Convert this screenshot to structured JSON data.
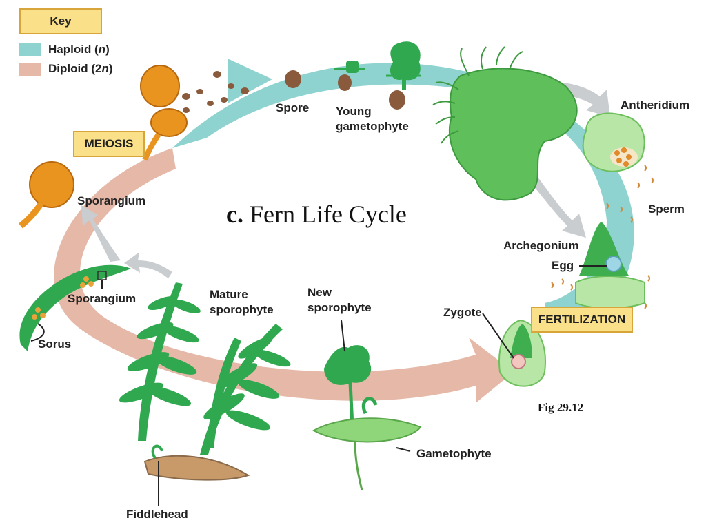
{
  "key": {
    "title": "Key",
    "haploid_label": "Haploid (",
    "haploid_n": "n",
    "diploid_label": "Diploid (2",
    "diploid_n": "n",
    "close": ")",
    "haploid_color": "#8fd3d0",
    "diploid_color": "#e6b8a8"
  },
  "stages": {
    "meiosis": "MEIOSIS",
    "fertilization": "FERTILIZATION"
  },
  "labels": {
    "spore": "Spore",
    "young_gametophyte_1": "Young",
    "young_gametophyte_2": "gametophyte",
    "antheridium": "Antheridium",
    "sperm": "Sperm",
    "archegonium": "Archegonium",
    "egg": "Egg",
    "zygote": "Zygote",
    "new_sporophyte_1": "New",
    "new_sporophyte_2": "sporophyte",
    "gametophyte": "Gametophyte",
    "mature_sporophyte_1": "Mature",
    "mature_sporophyte_2": "sporophyte",
    "fiddlehead": "Fiddlehead",
    "sporangium_top": "Sporangium",
    "sporangium_leaf": "Sporangium",
    "sorus": "Sorus"
  },
  "title": {
    "letter": "c.",
    "text": " Fern Life Cycle"
  },
  "figure_ref": "Fig 29.12",
  "colors": {
    "plant_green": "#2fa84f",
    "light_green": "#8fd67a",
    "sporangium_orange": "#e8941e",
    "spore_brown": "#8a5a3c",
    "arrow_gray": "#c9cdd0"
  }
}
